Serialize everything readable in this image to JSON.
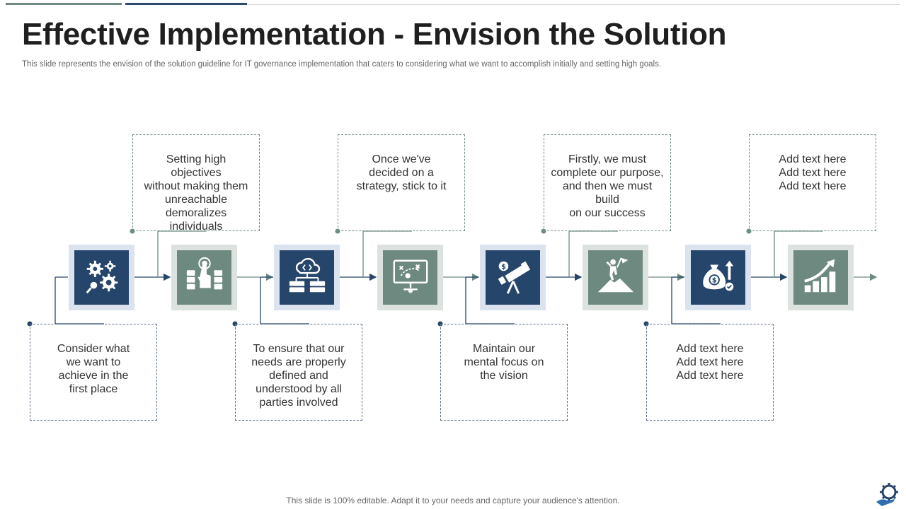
{
  "title": "Effective Implementation - Envision the Solution",
  "subtitle": "This slide represents the envision of the solution guideline for IT governance implementation that caters to considering what we want to accomplish initially and setting high goals.",
  "footer": "This slide is 100% editable. Adapt it to your needs and capture your audience's attention.",
  "colors": {
    "navy": "#26456b",
    "sage": "#6e8a80",
    "line_navy": "#26456b",
    "line_sage": "#6f8c82"
  },
  "steps": [
    {
      "icon": "gears-settings-icon",
      "color": "navy",
      "text": "Consider what\nwe want to\nachieve in the\nfirst place"
    },
    {
      "icon": "touch-server-icon",
      "color": "sage",
      "text": "Setting high objectives\nwithout making them\nunreachable\ndemoralizes individuals"
    },
    {
      "icon": "cloud-network-icon",
      "color": "navy",
      "text": "To ensure that our\nneeds are properly\ndefined and\nunderstood by all\nparties involved"
    },
    {
      "icon": "strategy-board-icon",
      "color": "sage",
      "text": "Once we've\ndecided on a\nstrategy, stick to it"
    },
    {
      "icon": "telescope-money-icon",
      "color": "navy",
      "text": "Maintain our\nmental focus on\nthe vision"
    },
    {
      "icon": "mountain-flag-icon",
      "color": "sage",
      "text": "Firstly, we must\ncomplete our purpose,\nand then we must build\non our success"
    },
    {
      "icon": "money-bag-growth-icon",
      "color": "navy",
      "text": "Add text here\nAdd text here\nAdd text here"
    },
    {
      "icon": "growth-chart-icon",
      "color": "sage",
      "text": "Add text here\nAdd text here\nAdd text here"
    }
  ]
}
